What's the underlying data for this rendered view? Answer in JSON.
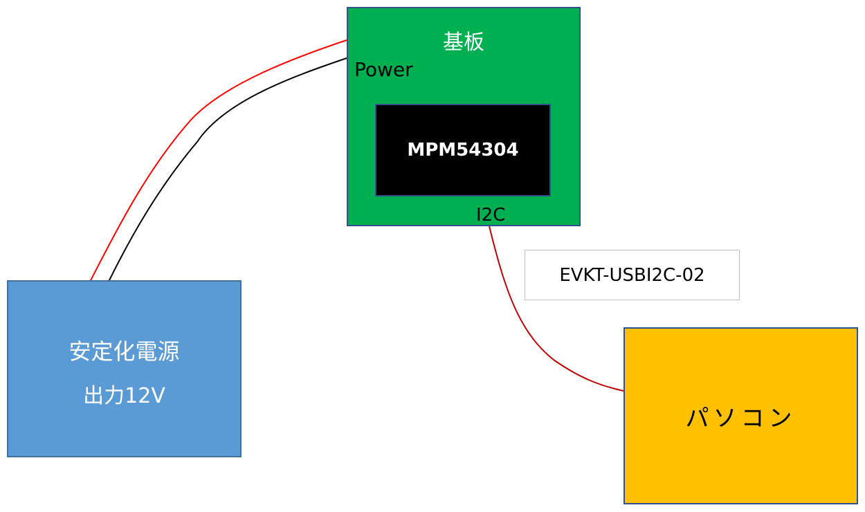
{
  "board": {
    "title": "基板",
    "power_label": "Power",
    "chip_label": "MPM54304",
    "i2c_label": "I2C"
  },
  "cable": {
    "label": "EVKT-USBI2C-02"
  },
  "power_supply": {
    "line1": "安定化電源",
    "line2": "出力12V"
  },
  "pc": {
    "label": "パソコン"
  },
  "colors": {
    "board": "#00b050",
    "chip": "#000000",
    "power_supply": "#5b9bd5",
    "pc": "#ffc000",
    "wire_positive": "#ff0000",
    "wire_negative": "#000000",
    "wire_i2c": "#c00000"
  }
}
